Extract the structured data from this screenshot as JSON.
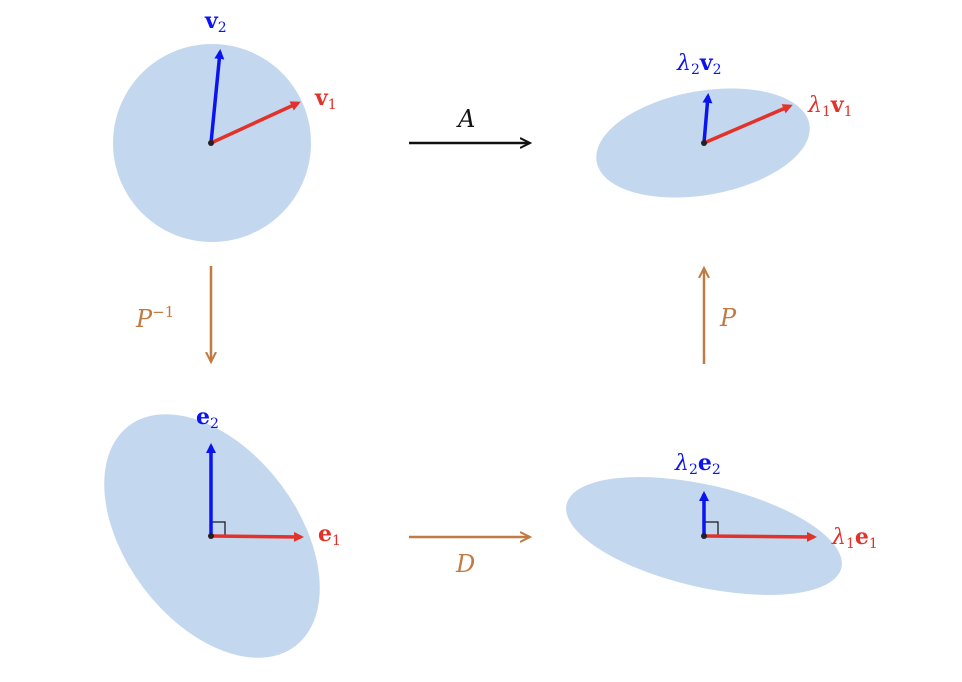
{
  "colors": {
    "blob": "#c3d7ee",
    "blue": "#0a14f0",
    "red": "#e2322a",
    "orange": "#c07a43",
    "black": "#111111"
  },
  "top_left": {
    "v1": "v",
    "v1_sub": "1",
    "v2": "v",
    "v2_sub": "2"
  },
  "top_right": {
    "l1": "λ",
    "l1_sub": "1",
    "v1": "v",
    "v1_sub": "1",
    "l2": "λ",
    "l2_sub": "2",
    "v2": "v",
    "v2_sub": "2"
  },
  "bottom_left": {
    "e1": "e",
    "e1_sub": "1",
    "e2": "e",
    "e2_sub": "2"
  },
  "bottom_right": {
    "l1": "λ",
    "l1_sub": "1",
    "e1": "e",
    "e1_sub": "1",
    "l2": "λ",
    "l2_sub": "2",
    "e2": "e",
    "e2_sub": "2"
  },
  "arrows": {
    "A": "A",
    "D": "D",
    "P": "P",
    "Pinv": "P",
    "Pinv_sup": "−1"
  }
}
